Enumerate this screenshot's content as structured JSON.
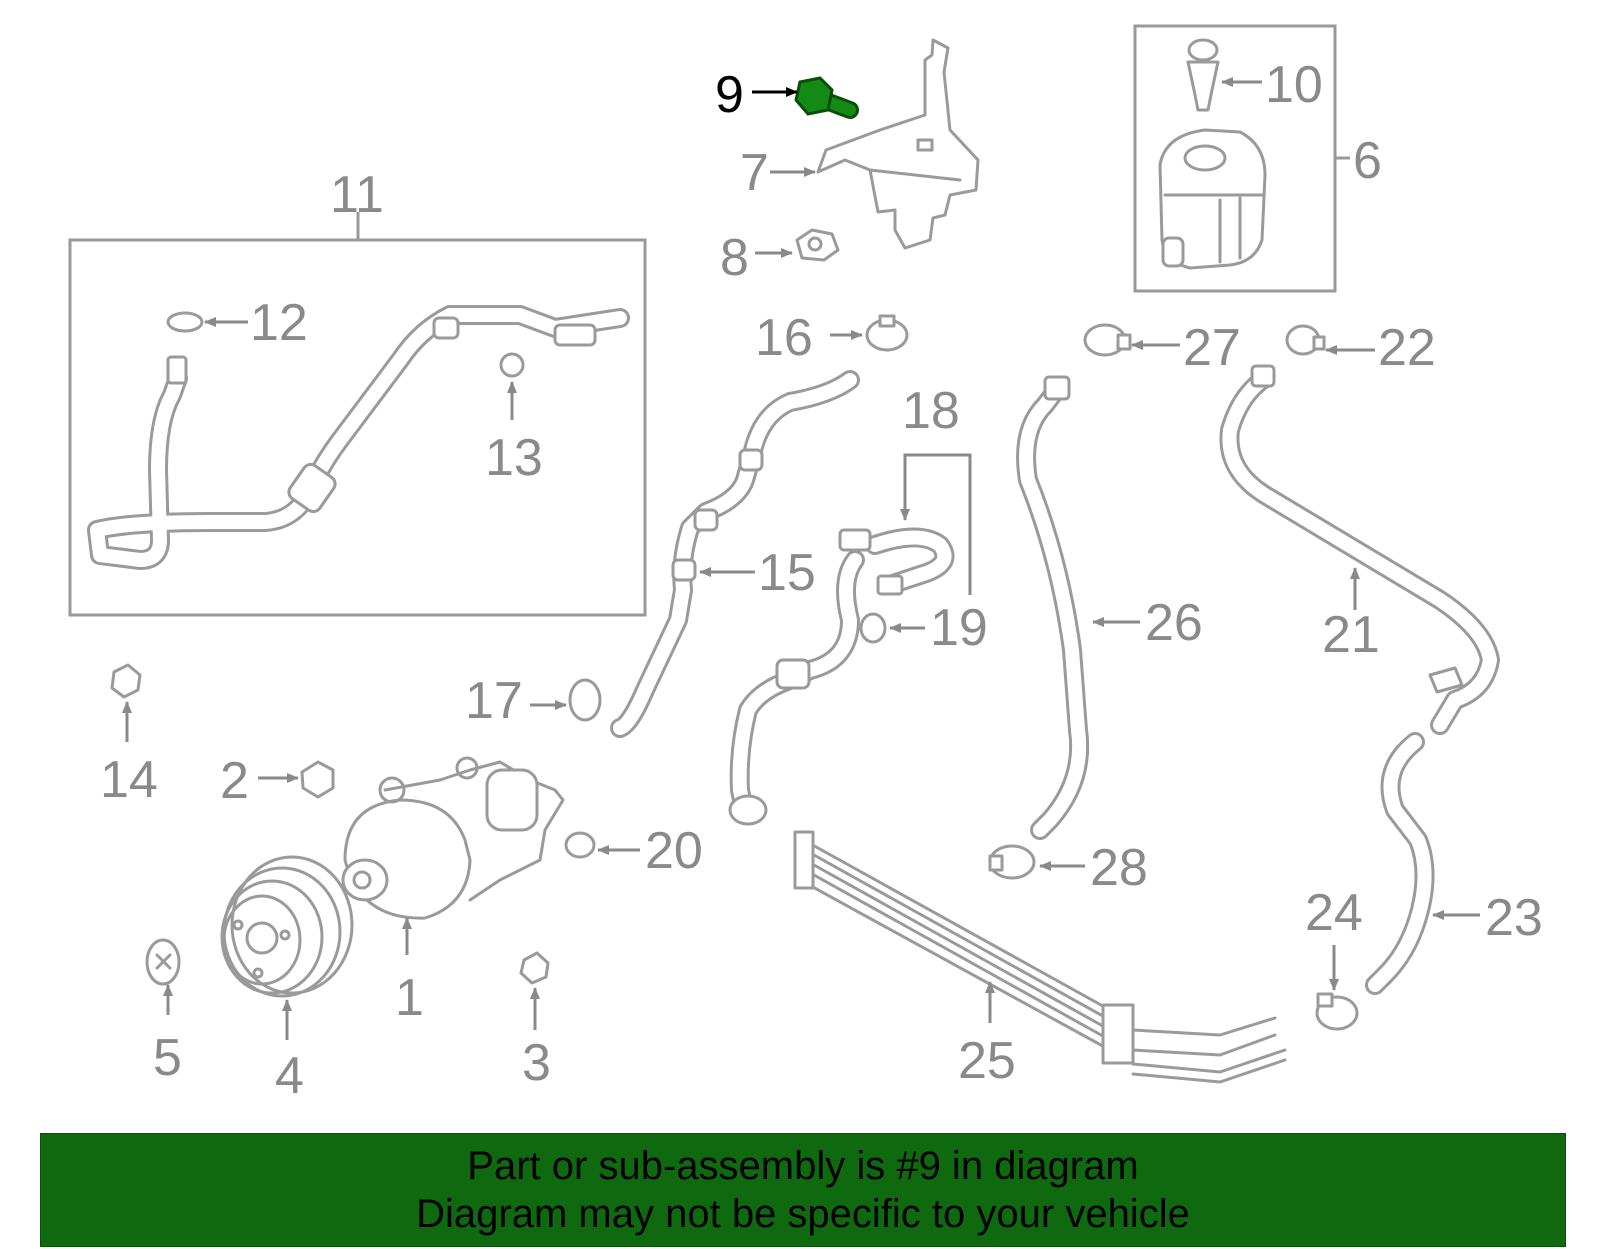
{
  "highlight_color": "#138a13",
  "banner_color": "#0f6a0f",
  "callouts": {
    "n1": "1",
    "n2": "2",
    "n3": "3",
    "n4": "4",
    "n5": "5",
    "n6": "6",
    "n7": "7",
    "n8": "8",
    "n9": "9",
    "n10": "10",
    "n11": "11",
    "n12": "12",
    "n13": "13",
    "n14": "14",
    "n15": "15",
    "n16": "16",
    "n17": "17",
    "n18": "18",
    "n19": "19",
    "n20": "20",
    "n21": "21",
    "n22": "22",
    "n23": "23",
    "n24": "24",
    "n25": "25",
    "n26": "26",
    "n27": "27",
    "n28": "28"
  },
  "banner": {
    "line1": "Part or sub-assembly is #9 in diagram",
    "line2": "Diagram may not be specific to your vehicle"
  }
}
